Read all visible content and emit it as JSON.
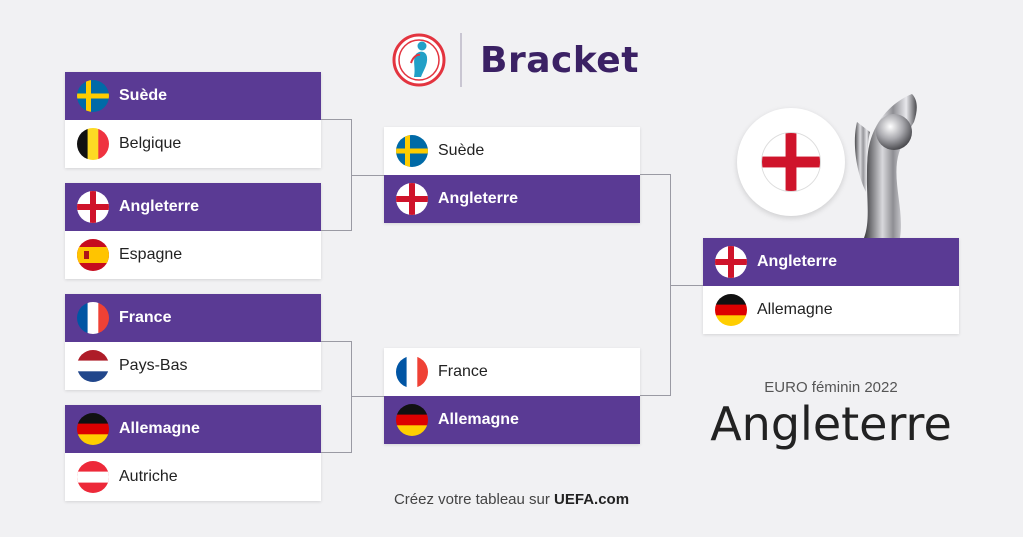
{
  "header": {
    "title": "Bracket"
  },
  "colors": {
    "winner_bg": "#5a3a94",
    "brand": "#3b2164",
    "background": "#f1f1f3"
  },
  "quarterfinals": [
    {
      "teams": [
        {
          "name": "Suède",
          "flag": "sweden",
          "winner": true
        },
        {
          "name": "Belgique",
          "flag": "belgium",
          "winner": false
        }
      ]
    },
    {
      "teams": [
        {
          "name": "Angleterre",
          "flag": "england",
          "winner": true
        },
        {
          "name": "Espagne",
          "flag": "spain",
          "winner": false
        }
      ]
    },
    {
      "teams": [
        {
          "name": "France",
          "flag": "france",
          "winner": true
        },
        {
          "name": "Pays-Bas",
          "flag": "netherlands",
          "winner": false
        }
      ]
    },
    {
      "teams": [
        {
          "name": "Allemagne",
          "flag": "germany",
          "winner": true
        },
        {
          "name": "Autriche",
          "flag": "austria",
          "winner": false
        }
      ]
    }
  ],
  "semifinals": [
    {
      "teams": [
        {
          "name": "Suède",
          "flag": "sweden",
          "winner": false
        },
        {
          "name": "Angleterre",
          "flag": "england",
          "winner": true
        }
      ]
    },
    {
      "teams": [
        {
          "name": "France",
          "flag": "france",
          "winner": false
        },
        {
          "name": "Allemagne",
          "flag": "germany",
          "winner": true
        }
      ]
    }
  ],
  "final": {
    "teams": [
      {
        "name": "Angleterre",
        "flag": "england",
        "winner": true
      },
      {
        "name": "Allemagne",
        "flag": "germany",
        "winner": false
      }
    ]
  },
  "champion": {
    "flag": "england",
    "edition": "EURO féminin 2022",
    "name": "Angleterre"
  },
  "footer": {
    "prefix": "Créez votre tableau sur",
    "site": "UEFA.com"
  }
}
